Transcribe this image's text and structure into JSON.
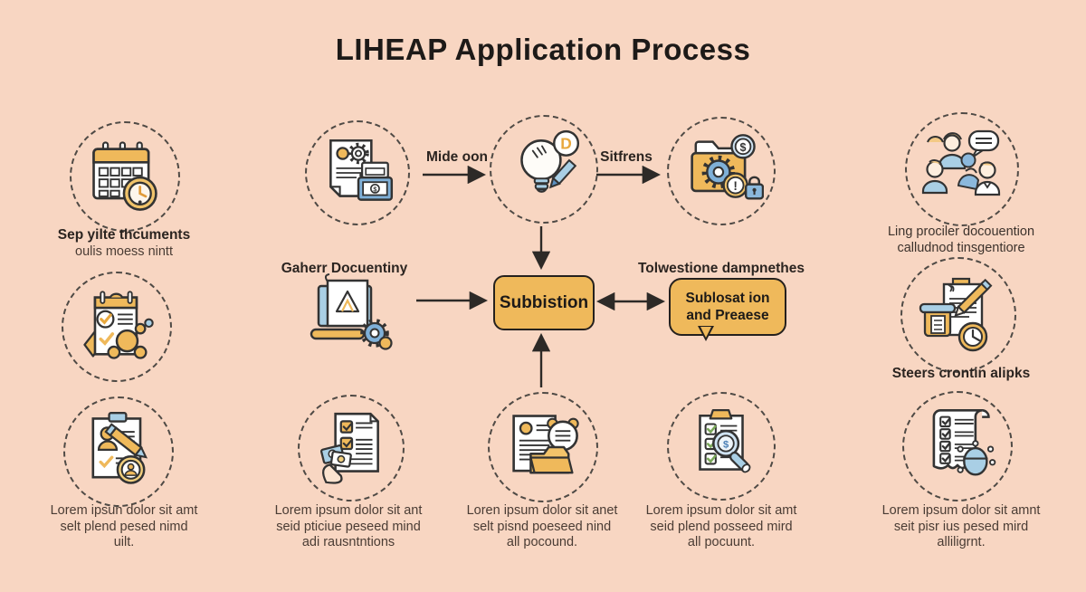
{
  "title": "LIHEAP Application Process",
  "colors": {
    "background": "#f8d6c2",
    "accent_orange": "#efb95b",
    "accent_blue": "#a9cfe5",
    "accent_blue_dark": "#7fb0d8",
    "outline_ink": "#2d2a27",
    "text_dark": "#2b2420",
    "text_body": "#4a3c34"
  },
  "flow": {
    "arrow_label_left": "Mide oon",
    "arrow_label_right": "Sitfrens",
    "submission_box_label": "Subbistion",
    "bubble_line1": "Sublosat ion",
    "bubble_line2": "and Preaese"
  },
  "glyphs": {
    "idea_badge": "D",
    "dollar_badge": "$",
    "alert_badge": "!",
    "banknote_sign": "$",
    "magnifier_sign": "$"
  },
  "col1": {
    "icons": [
      "calendar-clock-icon",
      "notepad-checklist-icon",
      "clipboard-enroll-icon"
    ],
    "caption_top_line1": "Sep yilte thcuments",
    "caption_top_line2": "oulis moess nintt",
    "caption_bottom_line1": "Lorem ipsun dolor sit amt",
    "caption_bottom_line2": "selt plend pesed nimd",
    "caption_bottom_line3": "uilt."
  },
  "col2": {
    "icons": [
      "document-money-icon",
      "laptop-form-icon",
      "checklist-hand-icon"
    ],
    "label": "Gaherr Docuentiny",
    "caption_bottom_line1": "Lorem ipsum dolor sit ant",
    "caption_bottom_line2": "seid pticiue peseed mind",
    "caption_bottom_line3": "adi rausntntions"
  },
  "center": {
    "icons": [
      "lightbulb-idea-icon",
      "document-review-icon"
    ],
    "caption_bottom_line1": "Loren ipsum dolor sit anet",
    "caption_bottom_line2": "selt pisnd poeseed nind",
    "caption_bottom_line3": "all pocound."
  },
  "col4": {
    "icons": [
      "folder-gear-icon",
      "clipboard-search-icon"
    ],
    "label": "Tolwestione dampnethes",
    "caption_bottom_line1": "Lorem ipsum dolor sit amt",
    "caption_bottom_line2": "seid plend posseed mird",
    "caption_bottom_line3": "all pocuunt."
  },
  "col5": {
    "icons": [
      "family-consult-icon",
      "document-pencil-clock-icon",
      "scroll-checklist-icon"
    ],
    "caption_top_line1": "Ling prociler docouention",
    "caption_top_line2": "calludnod tinsgentiore",
    "label": "Steers crontin alipks",
    "caption_bottom_line1": "Lorem ipsum dolor sit amnt",
    "caption_bottom_line2": "seit pisr ius pesed mird",
    "caption_bottom_line3": "alliligrnt."
  }
}
